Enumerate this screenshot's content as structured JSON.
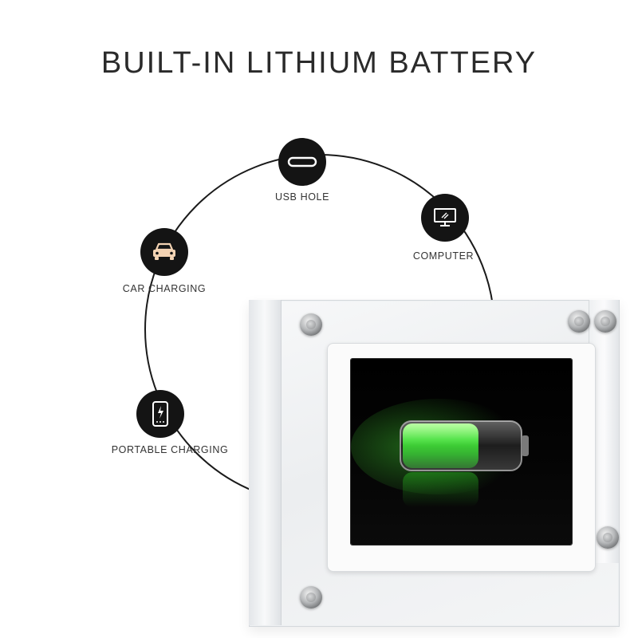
{
  "title": "BUILT-IN LITHIUM BATTERY",
  "charging_options": [
    {
      "label": "USB HOLE",
      "icon": "usb-port-icon"
    },
    {
      "label": "COMPUTER",
      "icon": "monitor-icon"
    },
    {
      "label": "CAR CHARGING",
      "icon": "car-icon"
    },
    {
      "label": "PORTABLE CHARGING",
      "icon": "power-bank-icon"
    }
  ],
  "battery": {
    "icon": "battery-icon",
    "charge_fraction": 0.65,
    "fill_color": "#39e22e"
  },
  "colors": {
    "icon_circle": "#141414",
    "car_icon": "#f3d3b3",
    "line": "#1a1a1a"
  }
}
